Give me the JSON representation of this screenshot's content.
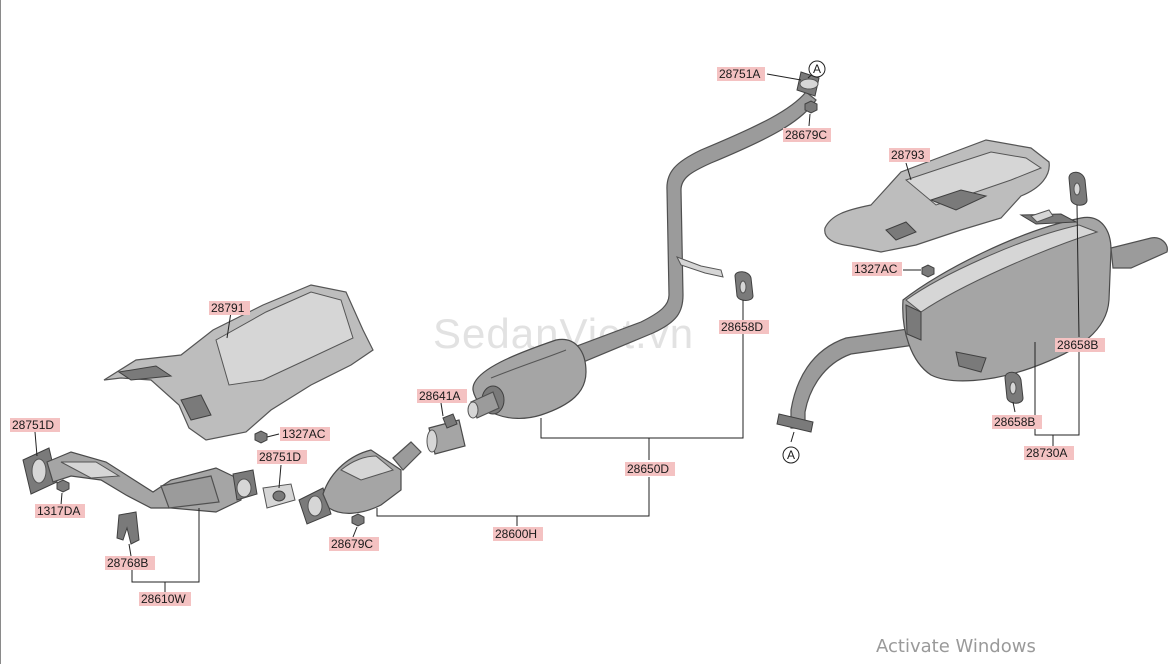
{
  "watermark": "SedanViet.vn",
  "overlay": {
    "activation_text": "Activate Windows"
  },
  "callouts": {
    "ref_top": "A",
    "ref_bottom": "A"
  },
  "labels": {
    "l28751A": "28751A",
    "l28679C_top": "28679C",
    "l28793": "28793",
    "l1327AC_right": "1327AC",
    "l28658D": "28658D",
    "l28658B_top": "28658B",
    "l28658B_bottom": "28658B",
    "l28730A": "28730A",
    "l28791": "28791",
    "l1327AC_left": "1327AC",
    "l28641A": "28641A",
    "l28650D": "28650D",
    "l28751D_left": "28751D",
    "l28751D_mid": "28751D",
    "l1317DA": "1317DA",
    "l28768B": "28768B",
    "l28679C_bottom": "28679C",
    "l28600H": "28600H",
    "l28610W": "28610W"
  }
}
